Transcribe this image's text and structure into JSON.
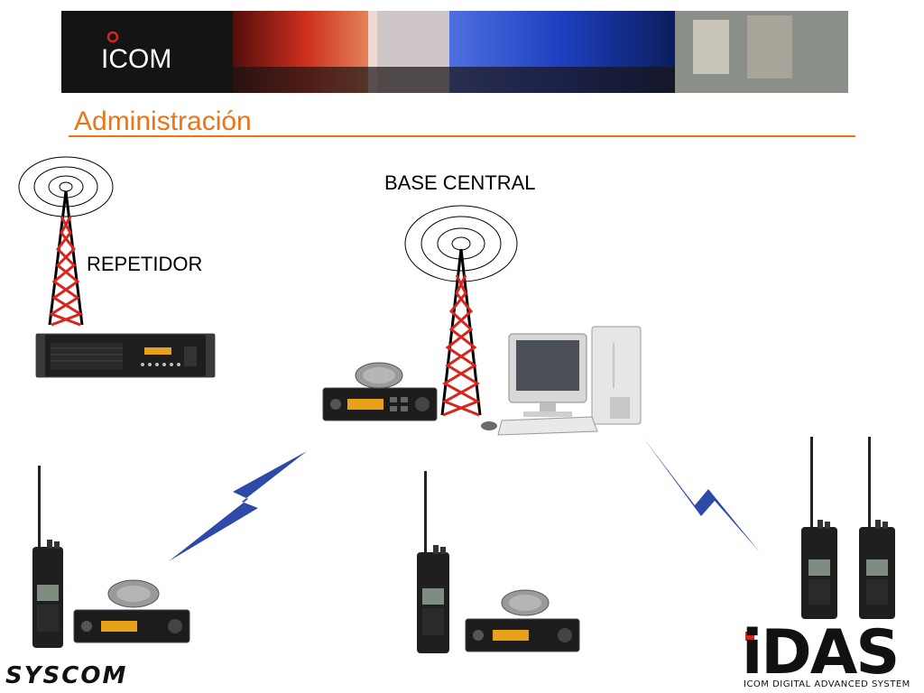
{
  "banner": {
    "brand": "ICOM",
    "colors": {
      "red": "#d8261d",
      "blue": "#1d3fbf",
      "dark": "#141414"
    }
  },
  "page": {
    "title": "Administración",
    "accent_color": "#e8751a"
  },
  "diagram": {
    "base_label": "BASE CENTRAL",
    "repeater_label": "REPETIDOR",
    "link_color": "#2d4aa8",
    "tower_color": "#d8261d"
  },
  "footer": {
    "company_logo": "SYSCOM",
    "system_logo": "iDAS",
    "system_tagline": "ICOM DIGITAL ADVANCED SYSTEM"
  }
}
